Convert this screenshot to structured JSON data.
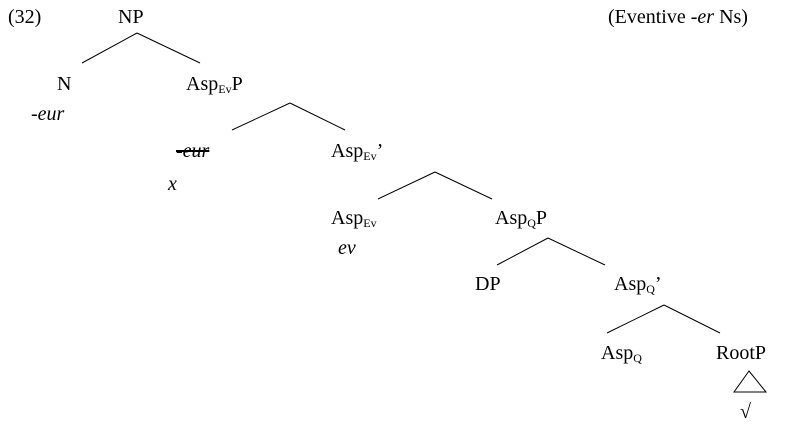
{
  "example": {
    "number": "(32)",
    "caption_prefix": "(Eventive ",
    "caption_italic": "-er",
    "caption_suffix": " Ns)"
  },
  "tree": {
    "np": "NP",
    "n": "N",
    "n_form": "-eur",
    "asp_ev_p": {
      "base": "Asp",
      "sub": "Ev",
      "suffix": "P"
    },
    "spec_trace": "-eur",
    "spec_var": "x",
    "asp_ev_bar": {
      "base": "Asp",
      "sub": "Ev",
      "suffix": "’"
    },
    "asp_ev_head": {
      "base": "Asp",
      "sub": "Ev",
      "suffix": ""
    },
    "asp_ev_form": "ev",
    "asp_q_p": {
      "base": "Asp",
      "sub": "Q",
      "suffix": "P"
    },
    "dp": "DP",
    "asp_q_bar": {
      "base": "Asp",
      "sub": "Q",
      "suffix": "’"
    },
    "asp_q_head": {
      "base": "Asp",
      "sub": "Q",
      "suffix": ""
    },
    "root_p": "RootP",
    "root_symbol": "√"
  }
}
